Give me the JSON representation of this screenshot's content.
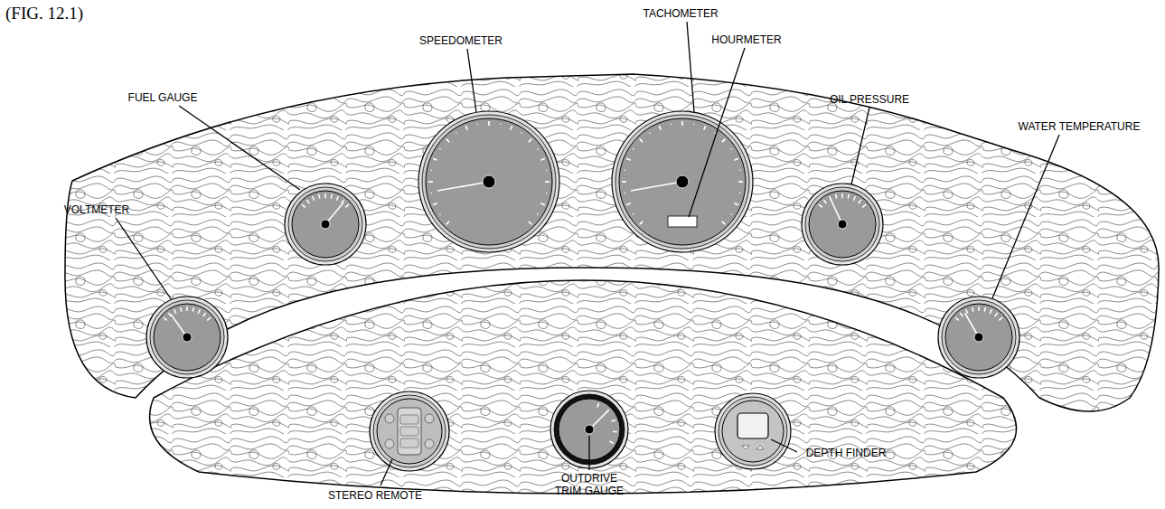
{
  "diagram": {
    "title": "(FIG. 12.1)",
    "labels": [
      "VOLTMETER",
      "FUEL GAUGE",
      "SPEEDOMETER",
      "TACHOMETER",
      "HOURMETER",
      "OIL PRESSURE",
      "WATER TEMPERATURE",
      "STEREO REMOTE",
      "OUTDRIVE TRIM GAUGE",
      "DEPTH FINDER"
    ]
  }
}
